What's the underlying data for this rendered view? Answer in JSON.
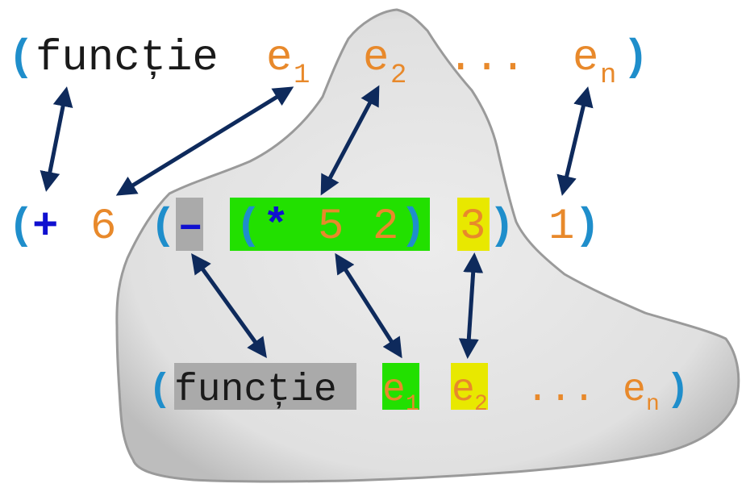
{
  "colors": {
    "paren": "#1f8ecb",
    "keyword": "#1a1a1a",
    "argument": "#e8892b",
    "operator": "#1010d0",
    "arrow": "#0e2a5c",
    "blob_fill": "#e4e4e4",
    "highlight_gray": "#aaaaaa",
    "highlight_green": "#22e000",
    "highlight_yellow": "#e8e800"
  },
  "top_form": {
    "open_paren": "(",
    "keyword": "funcție",
    "arg1_base": "e",
    "arg1_sub": "1",
    "arg2_base": "e",
    "arg2_sub": "2",
    "ellipsis": "...",
    "argn_base": "e",
    "argn_sub": "n",
    "close_paren": ")"
  },
  "middle_expr": {
    "open_outer": "(",
    "op_plus": "+",
    "num_6": "6",
    "open_minus": "(",
    "op_minus": "–",
    "open_times": "(",
    "op_times": "*",
    "num_5": "5",
    "num_2": "2",
    "close_times": ")",
    "num_3": "3",
    "close_minus": ")",
    "num_1": "1",
    "close_outer": ")"
  },
  "bottom_form": {
    "open_paren": "(",
    "keyword": "funcție",
    "arg1_base": "e",
    "arg1_sub": "1",
    "arg2_base": "e",
    "arg2_sub": "2",
    "ellipsis": "...",
    "argn_base": "e",
    "argn_sub": "n",
    "close_paren": ")"
  }
}
